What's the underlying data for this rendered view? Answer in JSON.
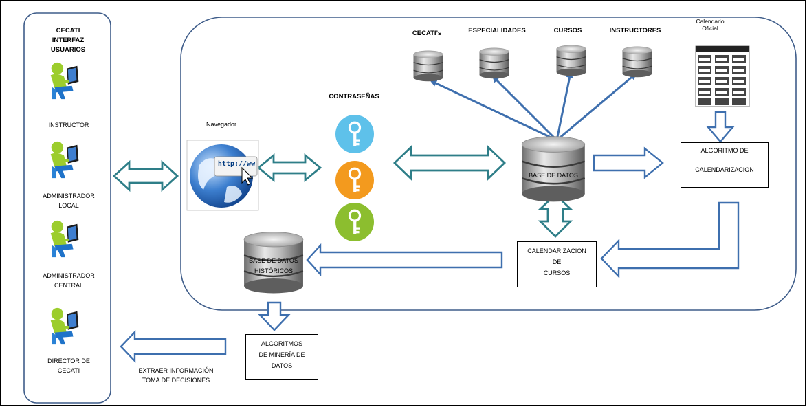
{
  "users_panel": {
    "title": [
      "CECATI",
      "INTERFAZ",
      "USUARIOS"
    ],
    "roles": [
      [
        "INSTRUCTOR"
      ],
      [
        "ADMINISTRADOR",
        "LOCAL"
      ],
      [
        "ADMINISTRADOR",
        "CENTRAL"
      ],
      [
        "DIRECTOR DE",
        "CECATI"
      ]
    ]
  },
  "browser_label": "Navegador",
  "passwords_label": "CONTRASEÑAS",
  "browser_url_text": "http://ww",
  "databases": {
    "cecatis": "CECATI’s",
    "especialidades": "ESPECIALIDADES",
    "cursos": "CURSOS",
    "instructores": "INSTRUCTORES",
    "main": "BASE DE DATOS",
    "historicos": [
      "BASE DE DATOS",
      "HISTÓRICOS"
    ]
  },
  "calendar_label": [
    "Calendario",
    "Oficial"
  ],
  "algorithm_box": [
    "ALGORITMO DE",
    "CALENDARIZACION"
  ],
  "scheduling_box": [
    "CALENDARIZACION",
    "DE",
    "CURSOS"
  ],
  "mining_box": [
    "ALGORITMOS",
    "DE MINERÍA DE",
    "DATOS"
  ],
  "output_caption": [
    "EXTRAER INFORMACIÓN",
    "TOMA DE DECISIONES"
  ],
  "colors": {
    "outline": "#3f5d8a",
    "hollow_arrow": "#2e7e88",
    "blue_arrow": "#3e6fae",
    "key_blue": "#5ec1ea",
    "key_orange": "#f39a1e",
    "key_green": "#8cbe2f"
  }
}
